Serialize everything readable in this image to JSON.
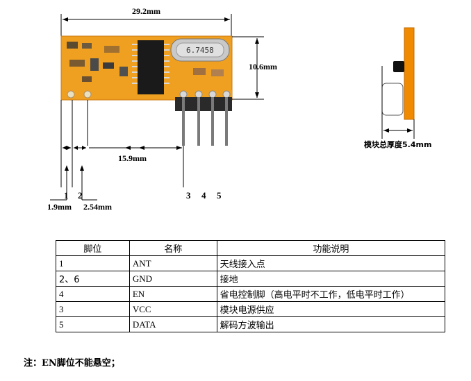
{
  "diagram": {
    "dim_length": "29.2mm",
    "dim_height": "10.6mm",
    "dim_pin_offset": "15.9mm",
    "dim_edge": "1.9mm",
    "dim_pitch": "2.54mm",
    "pin_labels_left": [
      "1",
      "2"
    ],
    "pin_labels_right": [
      "3",
      "4",
      "5"
    ],
    "crystal_marking": "6.7458",
    "side_view_caption": "模块总厚度5.4mm",
    "colors": {
      "board": "#f0a020",
      "board_dark": "#c87810",
      "chip": "#1a1a1a",
      "pin": "#7a7a7a"
    }
  },
  "table": {
    "headers": [
      "脚位",
      "名称",
      "功能说明"
    ],
    "rows": [
      {
        "pin": "1",
        "name": "ANT",
        "function": "天线接入点"
      },
      {
        "pin": "2、6",
        "name": "GND",
        "function": "接地"
      },
      {
        "pin": "4",
        "name": "EN",
        "function": "省电控制脚（高电平时不工作，低电平时工作）"
      },
      {
        "pin": "3",
        "name": "VCC",
        "function": "模块电源供应"
      },
      {
        "pin": "5",
        "name": "DATA",
        "function": "解码方波输出"
      }
    ]
  },
  "note": "注：EN脚位不能悬空；"
}
